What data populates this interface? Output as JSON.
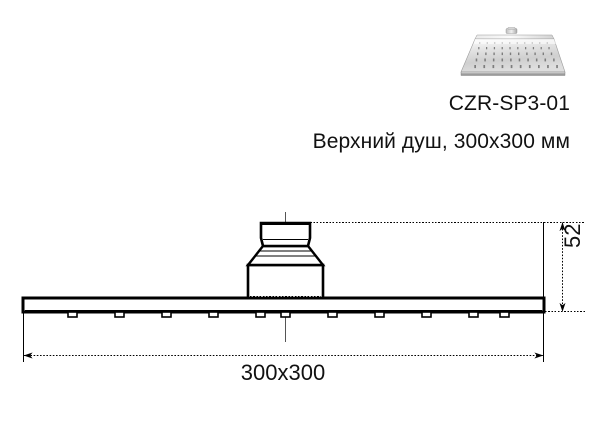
{
  "product": {
    "sku": "CZR-SP3-01",
    "description": "Верхний душ, 300x300 мм",
    "photo_alt": "shower-head-photo",
    "finish_colors": {
      "chrome_light": "#f2f2f2",
      "chrome_mid": "#c9c9c9",
      "chrome_dark": "#9a9a9a",
      "outline": "#8a8a8a"
    }
  },
  "drawing": {
    "title": "side-elevation",
    "line_color": "#000000",
    "dimensions": {
      "width": {
        "label": "300x300",
        "unit": "mm",
        "orientation": "horizontal"
      },
      "height": {
        "label": "52",
        "unit": "mm",
        "orientation": "vertical"
      }
    },
    "parts": {
      "panel_label": "spray-panel",
      "connector_label": "inlet-connector",
      "nozzle_label": "spray-nozzle",
      "nozzle_count": 11,
      "centerline_label": "center-line"
    }
  }
}
